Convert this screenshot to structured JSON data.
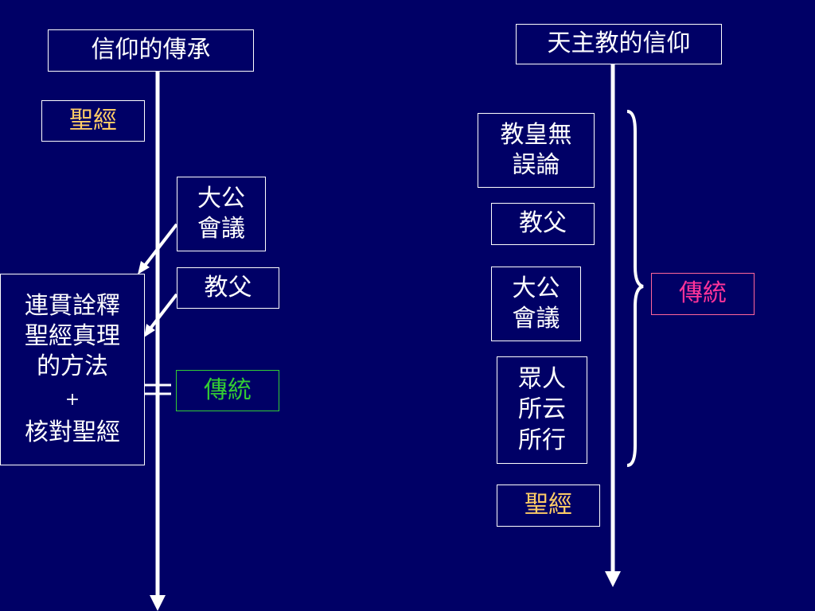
{
  "left": {
    "title": "信仰的傳承",
    "scripture": "聖經",
    "councils": [
      "大公",
      "會議"
    ],
    "fathers": "教父",
    "tradition": "傳統",
    "method": [
      "連貫詮釋",
      "聖經真理",
      "的方法",
      "+",
      "核對聖經"
    ]
  },
  "right": {
    "title": "天主教的信仰",
    "infallibility": [
      "教皇無",
      "誤論"
    ],
    "fathers": "教父",
    "councils": [
      "大公",
      "會議"
    ],
    "popular": [
      "眾人",
      "所云",
      "所行"
    ],
    "scripture": "聖經",
    "tradition": "傳統"
  },
  "colors": {
    "background": "#000066",
    "scripture": "#ffcc66",
    "tradition_left": "#33cc33",
    "tradition_right": "#ff3399"
  }
}
